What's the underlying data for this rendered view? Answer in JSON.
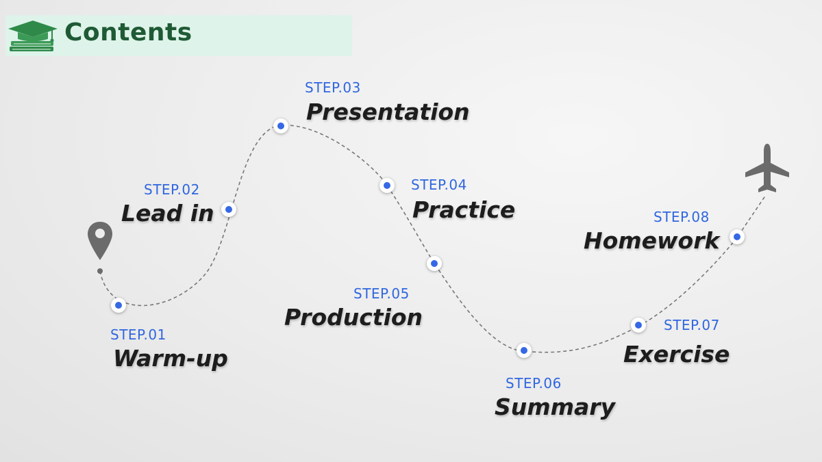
{
  "header": {
    "title": "Contents",
    "icon": "graduation-cap-books-icon",
    "accent": "#1f5a35",
    "background": "#def3ea"
  },
  "colors": {
    "step": "#2f66e0",
    "label": "#1d1d1d",
    "dot": "#3568e5",
    "path": "#777777"
  },
  "icons": {
    "start": "location-pin-icon",
    "end": "airplane-icon"
  },
  "steps": [
    {
      "step": "STEP.01",
      "label": "Warm-up"
    },
    {
      "step": "STEP.02",
      "label": "Lead in"
    },
    {
      "step": "STEP.03",
      "label": "Presentation"
    },
    {
      "step": "STEP.04",
      "label": "Practice"
    },
    {
      "step": "STEP.05",
      "label": "Production"
    },
    {
      "step": "STEP.06",
      "label": "Summary"
    },
    {
      "step": "STEP.07",
      "label": "Exercise"
    },
    {
      "step": "STEP.08",
      "label": "Homework"
    }
  ]
}
